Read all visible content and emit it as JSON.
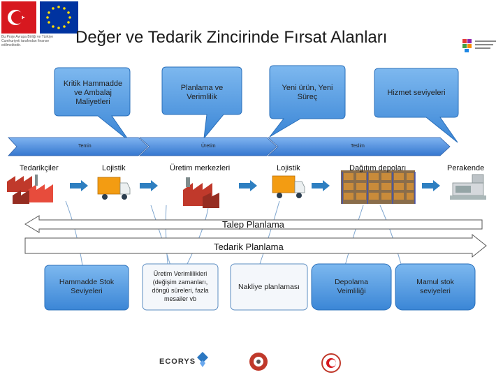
{
  "header": {
    "title": "Değer ve Tedarik Zincirinde Fırsat Alanları",
    "funding_note": "Bu Proje Avrupa Birliği ve Türkiye Cumhuriyeti tarafından finanse edilmektedir."
  },
  "bubbles": [
    {
      "lines": [
        "Kritik Hammadde",
        "ve Ambalaj",
        "Maliyetleri"
      ]
    },
    {
      "lines": [
        "Planlama ve",
        "Verimlilik"
      ]
    },
    {
      "lines": [
        "Yeni ürün, Yeni",
        "Süreç"
      ]
    },
    {
      "lines": [
        "Hizmet seviyeleri"
      ]
    }
  ],
  "phases": [
    "Temin",
    "Üretim",
    "Teslim"
  ],
  "stages": [
    "Tedarikçiler",
    "Lojistik",
    "Üretim merkezleri",
    "Lojistik",
    "Dağıtım depoları",
    "Perakende"
  ],
  "flows": {
    "demand": "Talep Planlama",
    "supply": "Tedarik Planlama"
  },
  "bottom_boxes": [
    {
      "lines": [
        "Hammadde Stok",
        "Seviyeleri"
      ]
    },
    {
      "lines": [
        "Üretim Verimlilikleri",
        "(değişim zamanları,",
        "döngü süreleri, fazla",
        "mesailer vb"
      ]
    },
    {
      "lines": [
        "Nakliye planlaması"
      ]
    },
    {
      "lines": [
        "Depolama",
        "Veimliliği"
      ]
    },
    {
      "lines": [
        "Mamul stok",
        "seviyeleri"
      ]
    }
  ],
  "logos": {
    "eu_flag": "eu-flag-icon",
    "tr_flag": "turkey-flag-icon",
    "ecorys": "ECORYS"
  },
  "colors": {
    "blue": "#2e7fc1",
    "bubble_fill": "#4f9be0",
    "arrow_fill": "#3d7ed6"
  }
}
